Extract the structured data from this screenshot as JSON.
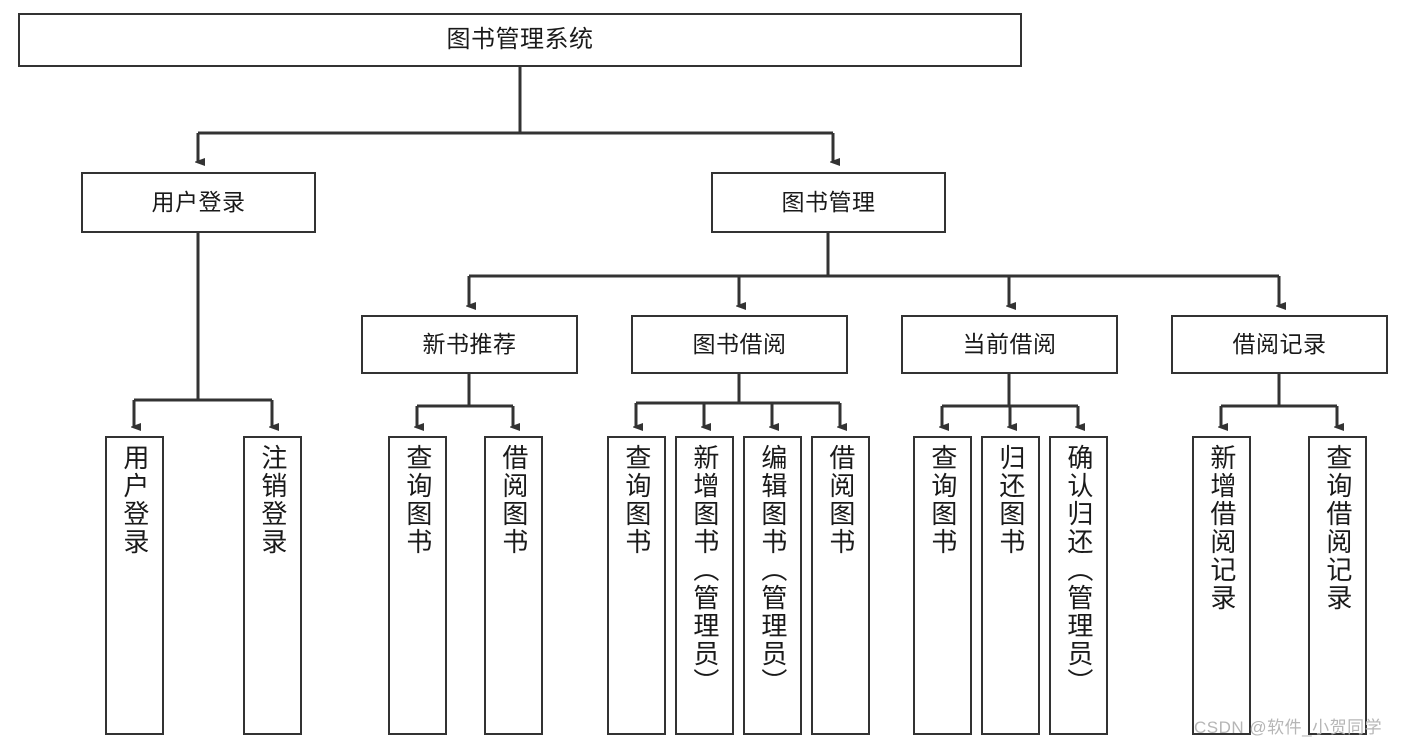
{
  "diagram": {
    "title": "图书管理系统",
    "type": "tree-hierarchy",
    "root": {
      "label": "图书管理系统"
    },
    "level2": [
      {
        "label": "用户登录"
      },
      {
        "label": "图书管理"
      }
    ],
    "level3": [
      {
        "label": "新书推荐"
      },
      {
        "label": "图书借阅"
      },
      {
        "label": "当前借阅"
      },
      {
        "label": "借阅记录"
      }
    ],
    "leaves": {
      "user_login": [
        {
          "label": "用户登录"
        },
        {
          "label": "注销登录"
        }
      ],
      "new_book_recommend": [
        {
          "label": "查询图书"
        },
        {
          "label": "借阅图书"
        }
      ],
      "book_borrow": [
        {
          "label": "查询图书"
        },
        {
          "label": "新增图书（管理员）"
        },
        {
          "label": "编辑图书（管理员）"
        },
        {
          "label": "借阅图书"
        }
      ],
      "current_borrow": [
        {
          "label": "查询图书"
        },
        {
          "label": "归还图书"
        },
        {
          "label": "确认归还（管理员）"
        }
      ],
      "borrow_record": [
        {
          "label": "新增借阅记录"
        },
        {
          "label": "查询借阅记录"
        }
      ]
    }
  },
  "watermark": {
    "text": "CSDN @软件_小贺同学"
  },
  "colors": {
    "stroke": "#333333",
    "background": "#ffffff",
    "text": "#1a1a1a",
    "watermark": "#b6b6b6"
  }
}
